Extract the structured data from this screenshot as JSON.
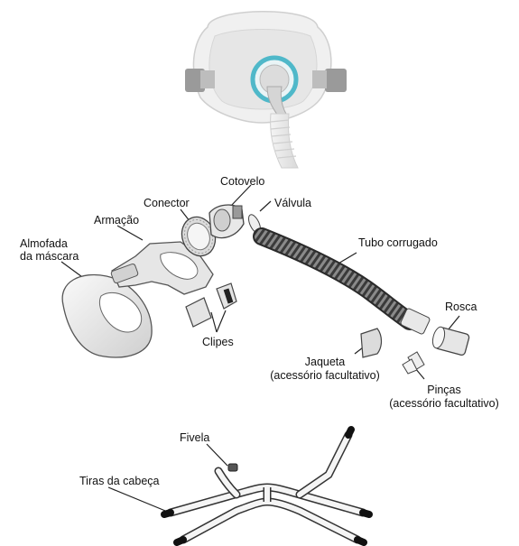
{
  "labels": {
    "cotovelo": "Cotovelo",
    "valvula": "Válvula",
    "conector": "Conector",
    "armacao": "Armação",
    "almofada_l1": "Almofada",
    "almofada_l2": "da máscara",
    "tubo": "Tubo corrugado",
    "clipes": "Clipes",
    "rosca": "Rosca",
    "jaqueta_l1": "Jaqueta",
    "jaqueta_l2": "(acessório facultativo)",
    "pincas_l1": "Pinças",
    "pincas_l2": "(acessório facultativo)",
    "fivela": "Fivela",
    "tiras": "Tiras da cabeça"
  },
  "colors": {
    "line": "#222222",
    "part_light": "#f1f1f1",
    "part_mid": "#d6d6d6",
    "part_dark": "#9a9a9a",
    "accent_ring": "#4fb8c9",
    "strap_tip": "#111111"
  }
}
